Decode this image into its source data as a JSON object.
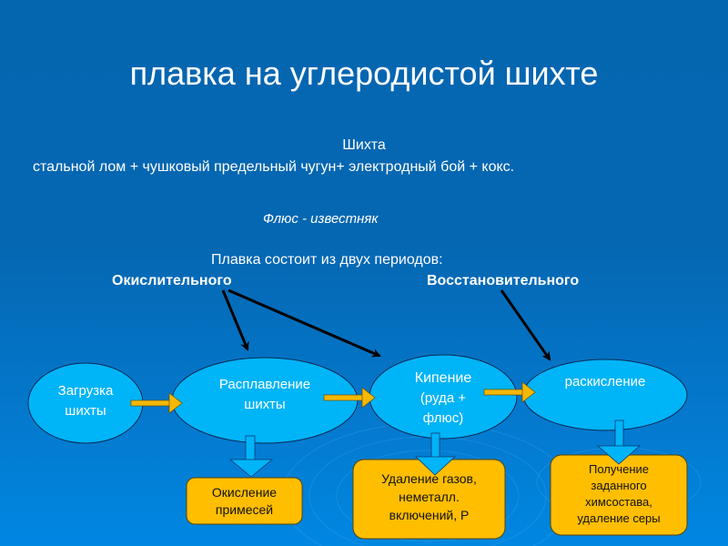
{
  "slide": {
    "title": "плавка на углеродистой шихте",
    "charge_label": "Шихта",
    "charge_composition": "стальной лом + чушковый предельный чугун+ электродный бой + кокс.",
    "flux": "Флюс  - известняк",
    "periods_intro": "Плавка состоит из двух периодов:",
    "periods": [
      {
        "label": "Окислительного"
      },
      {
        "label": "Восстановительного"
      }
    ]
  },
  "process_steps": [
    {
      "lines": [
        "Загрузка",
        "шихты"
      ]
    },
    {
      "lines": [
        "Расплавление",
        "шихты"
      ]
    },
    {
      "lines": [
        "Кипение",
        "(руда +",
        "флюс)"
      ]
    },
    {
      "lines": [
        "раскисление"
      ]
    }
  ],
  "outcomes": [
    {
      "lines": [
        "Окисление",
        "примесей"
      ]
    },
    {
      "lines": [
        "Удаление газов,",
        "неметалл.",
        "включений, Р"
      ]
    },
    {
      "lines": [
        "Получение",
        "заданного",
        "химсостава,",
        "удаление серы"
      ]
    }
  ],
  "colors": {
    "node_fill": "#00B4F8",
    "outcome_fill": "#FFBE00",
    "flow_arrow": "#F5B800",
    "pointer_arrow": "#000000"
  }
}
